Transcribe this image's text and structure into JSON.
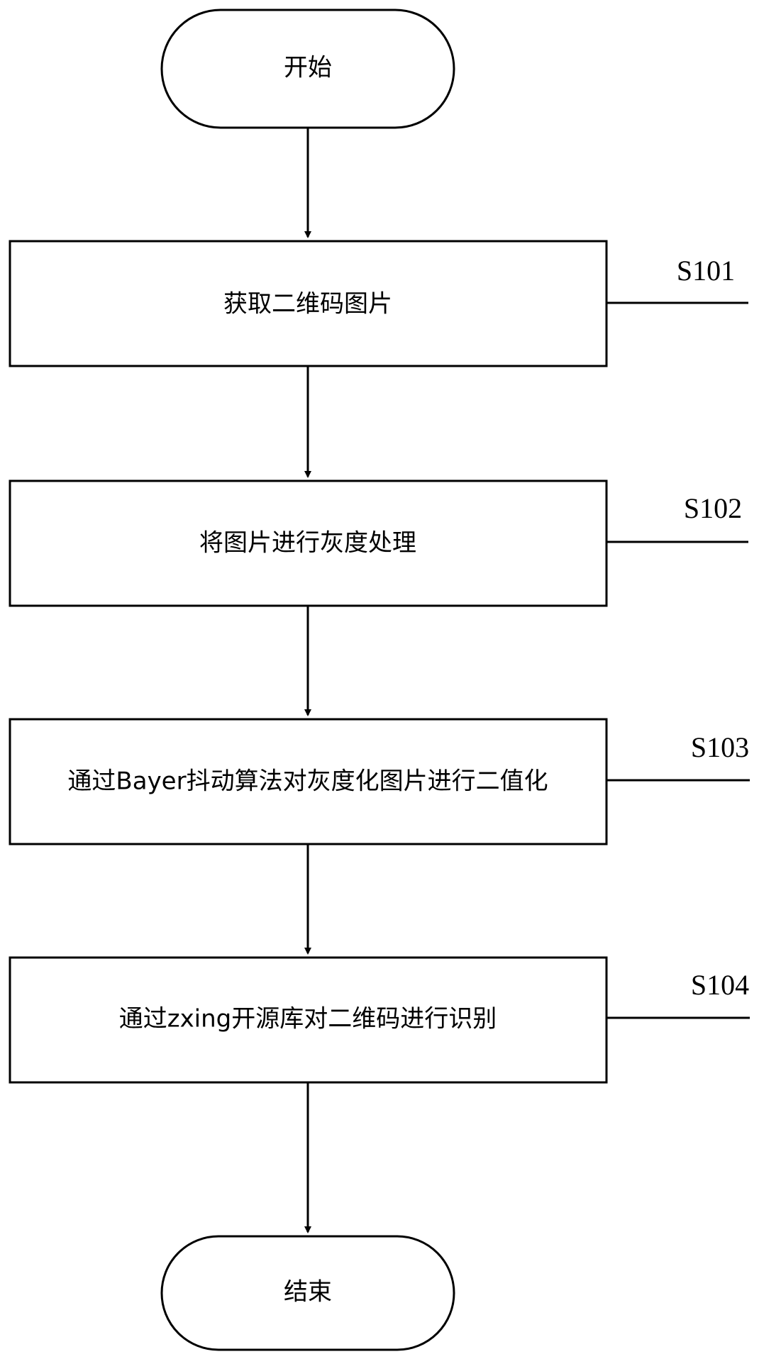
{
  "start": {
    "label": "开始"
  },
  "steps": [
    {
      "id": "S101",
      "label": "获取二维码图片"
    },
    {
      "id": "S102",
      "label": "将图片进行灰度处理"
    },
    {
      "id": "S103",
      "label": "通过Bayer抖动算法对灰度化图片进行二值化"
    },
    {
      "id": "S104",
      "label": "通过zxing开源库对二维码进行识别"
    }
  ],
  "end": {
    "label": "结束"
  }
}
